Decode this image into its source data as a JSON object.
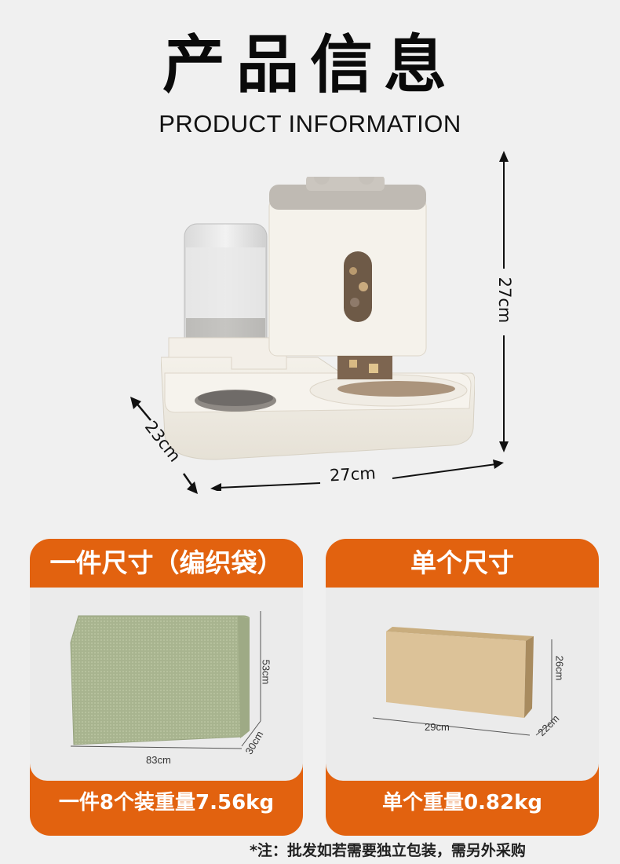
{
  "header": {
    "title_cn": "产品信息",
    "title_en": "PRODUCT INFORMATION"
  },
  "product": {
    "name": "pet-feeder-water-dispenser",
    "dimensions": {
      "height": "27cm",
      "width": "27cm",
      "depth": "23cm"
    }
  },
  "cards": [
    {
      "header": "一件尺寸（编织袋）",
      "image": "woven-bag",
      "dims": {
        "width": "83cm",
        "height": "53cm",
        "depth": "30cm"
      },
      "footer": "一件8个装重量7.56kg"
    },
    {
      "header": "单个尺寸",
      "image": "cardboard-box",
      "dims": {
        "width": "29cm",
        "height": "26cm",
        "depth": "22cm"
      },
      "footer": "单个重量0.82kg"
    }
  ],
  "note": "*注：批发如若需要独立包装，需另外采购",
  "colors": {
    "accent": "#e2620f",
    "background": "#f0f0f0",
    "panel": "#ebebeb"
  }
}
